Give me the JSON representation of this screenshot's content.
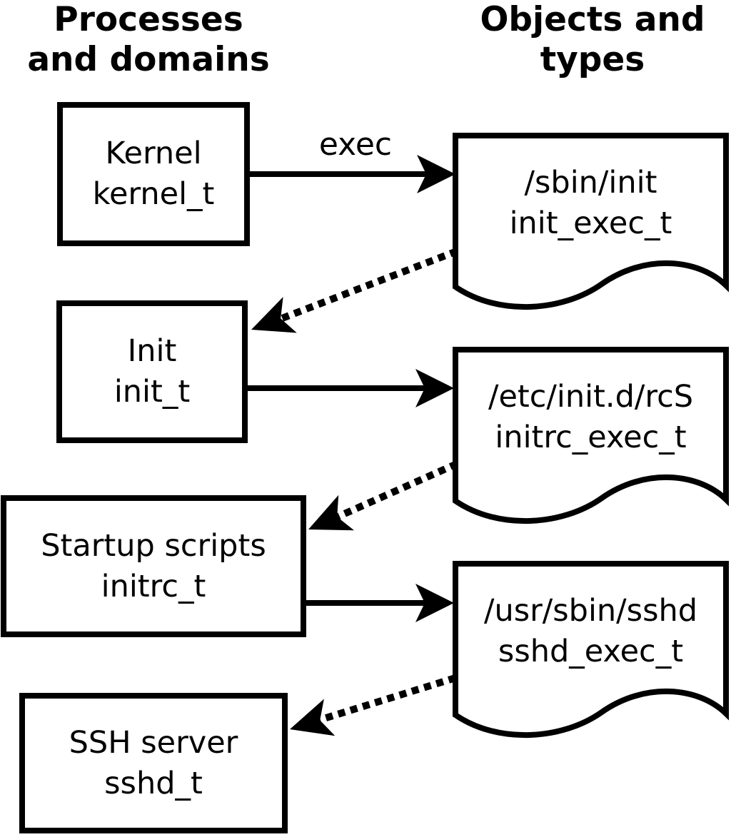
{
  "headers": {
    "left": {
      "line1": "Processes",
      "line2": "and domains"
    },
    "right": {
      "line1": "Objects and",
      "line2": "types"
    }
  },
  "processes": {
    "kernel": {
      "label": "Kernel",
      "domain": "kernel_t"
    },
    "init": {
      "label": "Init",
      "domain": "init_t"
    },
    "startup": {
      "label": "Startup scripts",
      "domain": "initrc_t"
    },
    "ssh": {
      "label": "SSH server",
      "domain": "sshd_t"
    }
  },
  "objects": {
    "init_binary": {
      "path": "/sbin/init",
      "type": "init_exec_t"
    },
    "rcs_script": {
      "path": "/etc/init.d/rcS",
      "type": "initrc_exec_t"
    },
    "sshd_binary": {
      "path": "/usr/sbin/sshd",
      "type": "sshd_exec_t"
    }
  },
  "labels": {
    "exec": "exec"
  },
  "colors": {
    "stroke": "#000000",
    "background": "#ffffff"
  }
}
